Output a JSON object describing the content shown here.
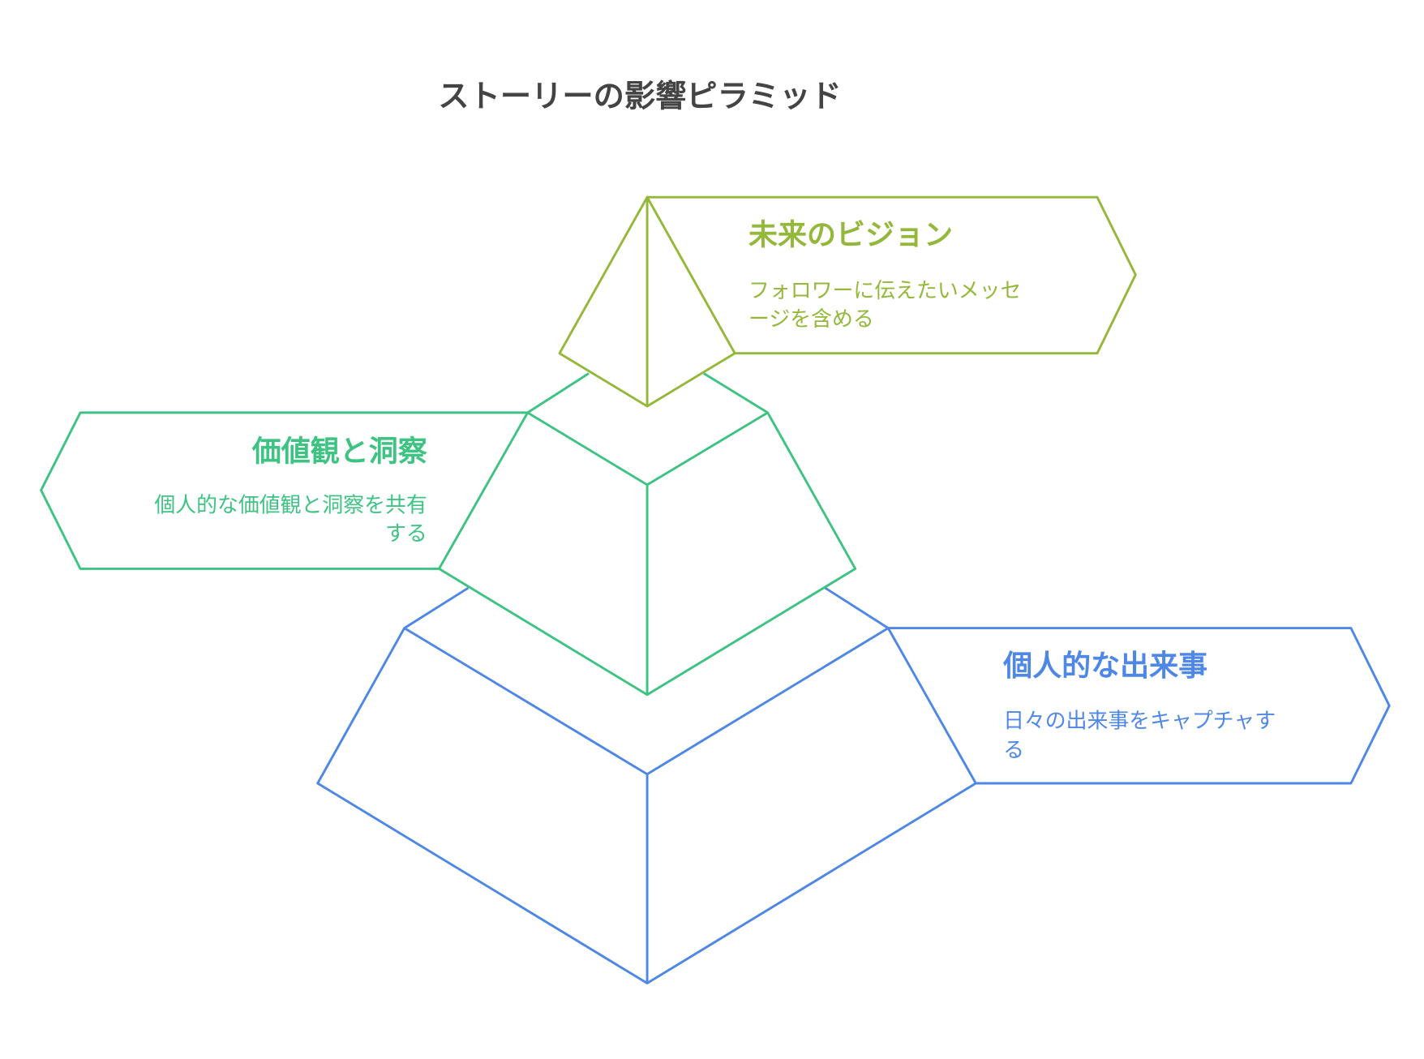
{
  "title": "ストーリーの影響ピラミッド",
  "colors": {
    "title": "#444444",
    "top": "#93b83a",
    "middle": "#3ec383",
    "bottom": "#4e87e6"
  },
  "levels": [
    {
      "title": "未来のビジョン",
      "description_lines": [
        "フォロワーに伝えたいメッセ",
        "ージを含める"
      ]
    },
    {
      "title": "価値観と洞察",
      "description_lines": [
        "個人的な価値観と洞察を共有",
        "する"
      ]
    },
    {
      "title": "個人的な出来事",
      "description_lines": [
        "日々の出来事をキャプチャす",
        "る"
      ]
    }
  ]
}
